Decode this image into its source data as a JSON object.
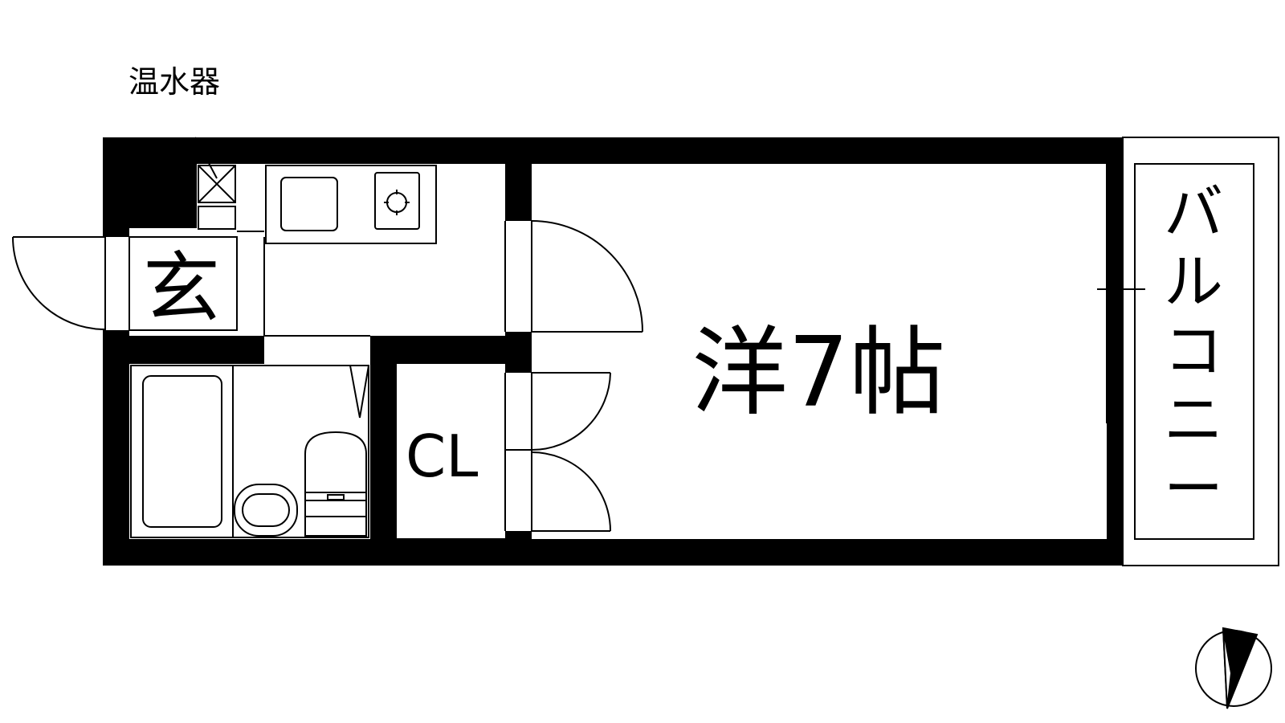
{
  "labels": {
    "water_heater": "温水器",
    "entrance": "玄",
    "western_room": "洋7帖",
    "closet": "CL",
    "balcony": [
      "バ",
      "ル",
      "コ",
      "ニ",
      "ー"
    ]
  },
  "colors": {
    "wall": "#000000",
    "line": "#000000",
    "background": "#ffffff"
  },
  "icons": [
    "compass-icon",
    "gas-burner-icon",
    "water-heater-icon",
    "toilet-icon",
    "bathtub-icon",
    "washbasin-icon"
  ]
}
